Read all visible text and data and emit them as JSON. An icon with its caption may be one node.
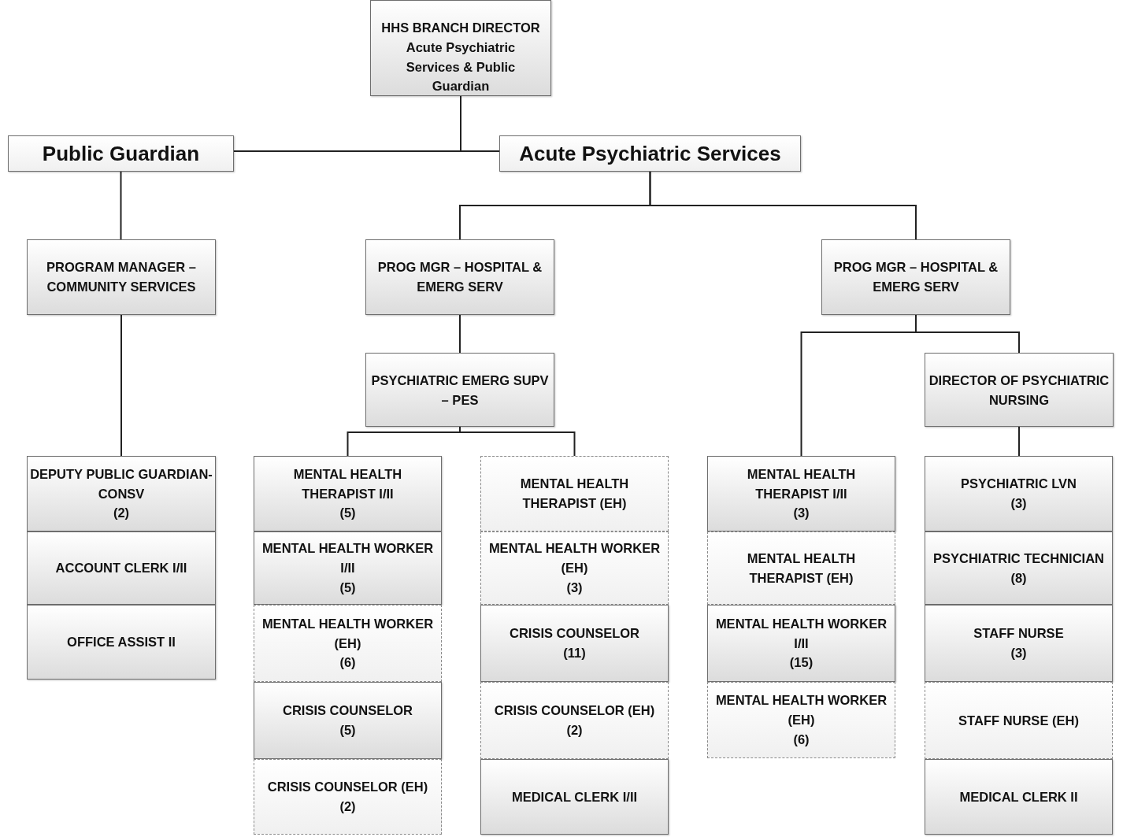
{
  "diagram": {
    "nodes": [
      {
        "text": [
          "HHS BRANCH DIRECTOR",
          "Acute Psychiatric Services & Public Guardian"
        ]
      },
      {
        "text": [
          "Public Guardian"
        ]
      },
      {
        "text": [
          "Acute Psychiatric Services"
        ]
      },
      {
        "text": [
          "PROGRAM MANAGER – COMMUNITY SERVICES"
        ]
      },
      {
        "text": [
          "PROG MGR – HOSPITAL & EMERG SERV"
        ]
      },
      {
        "text": [
          "PROG MGR – HOSPITAL & EMERG SERV"
        ]
      },
      {
        "text": [
          "PSYCHIATRIC EMERG SUPV – PES"
        ]
      },
      {
        "text": [
          "DIRECTOR OF PSYCHIATRIC NURSING"
        ]
      },
      {
        "text": [
          "DEPUTY PUBLIC GUARDIAN-CONSV",
          "(2)"
        ]
      },
      {
        "text": [
          "ACCOUNT CLERK I/II"
        ]
      },
      {
        "text": [
          "OFFICE ASSIST II"
        ]
      },
      {
        "text": [
          "MENTAL HEALTH THERAPIST I/II",
          "(5)"
        ]
      },
      {
        "text": [
          "MENTAL HEALTH WORKER I/II",
          "(5)"
        ]
      },
      {
        "text": [
          "MENTAL HEALTH WORKER (EH)",
          "(6)"
        ]
      },
      {
        "text": [
          "CRISIS COUNSELOR",
          "(5)"
        ]
      },
      {
        "text": [
          "CRISIS COUNSELOR (EH)",
          "(2)"
        ]
      },
      {
        "text": [
          "MENTAL HEALTH THERAPIST (EH)"
        ]
      },
      {
        "text": [
          "MENTAL HEALTH WORKER (EH)",
          "(3)"
        ]
      },
      {
        "text": [
          "CRISIS COUNSELOR",
          "(11)"
        ]
      },
      {
        "text": [
          "CRISIS COUNSELOR  (EH)",
          "(2)"
        ]
      },
      {
        "text": [
          "MEDICAL CLERK I/II"
        ]
      },
      {
        "text": [
          "MENTAL HEALTH THERAPIST I/II",
          "(3)"
        ]
      },
      {
        "text": [
          "MENTAL HEALTH THERAPIST (EH)"
        ]
      },
      {
        "text": [
          "MENTAL HEALTH WORKER I/II",
          "(15)"
        ]
      },
      {
        "text": [
          "MENTAL HEALTH WORKER (EH)",
          "(6)"
        ]
      },
      {
        "text": [
          "PSYCHIATRIC LVN",
          "(3)"
        ]
      },
      {
        "text": [
          "PSYCHIATRIC TECHNICIAN",
          "(8)"
        ]
      },
      {
        "text": [
          "STAFF NURSE",
          "(3)"
        ]
      },
      {
        "text": [
          "STAFF NURSE (EH)"
        ]
      },
      {
        "text": [
          "MEDICAL CLERK II"
        ]
      }
    ],
    "edges": [
      {
        "from": 0,
        "to": 1,
        "arrow": "none"
      },
      {
        "from": 0,
        "to": 2,
        "arrow": "none"
      },
      {
        "from": 2,
        "to": 4,
        "arrow": "none"
      },
      {
        "from": 2,
        "to": 5,
        "arrow": "none"
      },
      {
        "from": 1,
        "to": 3,
        "arrow": "none"
      },
      {
        "from": 3,
        "to": 8,
        "arrow": "none"
      },
      {
        "from": 4,
        "to": 6,
        "arrow": "none"
      },
      {
        "from": 6,
        "to": 11,
        "arrow": "none"
      },
      {
        "from": 6,
        "to": 16,
        "arrow": "none"
      },
      {
        "from": 5,
        "to": 21,
        "arrow": "none"
      },
      {
        "from": 5,
        "to": 7,
        "arrow": "none"
      },
      {
        "from": 7,
        "to": 25,
        "arrow": "none"
      }
    ]
  }
}
